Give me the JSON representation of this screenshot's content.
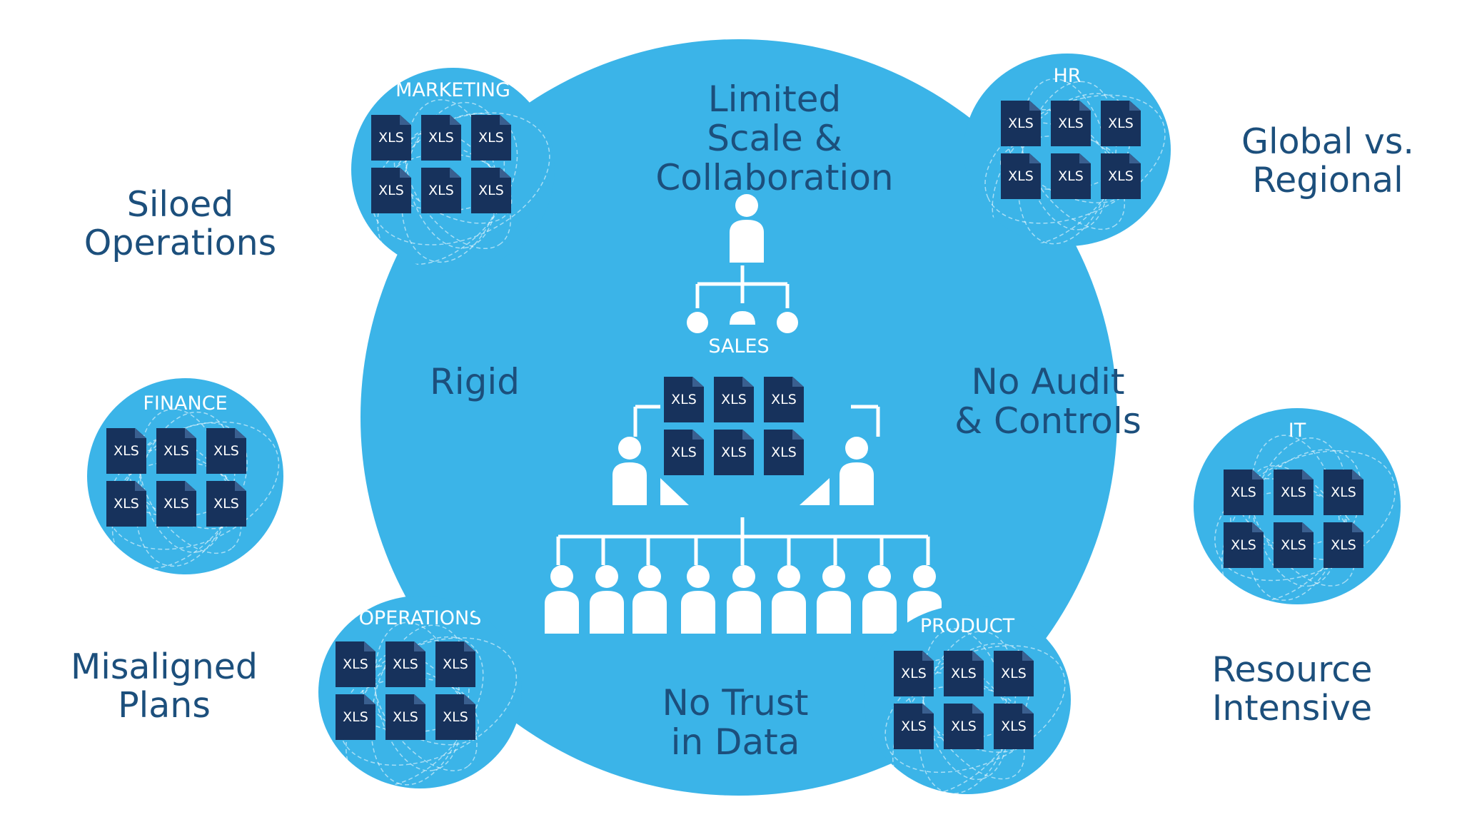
{
  "outer_labels": {
    "siloed": [
      "Siloed",
      "Operations"
    ],
    "global": [
      "Global vs.",
      "Regional"
    ],
    "misaligned": [
      "Misaligned",
      "Plans"
    ],
    "resource": [
      "Resource",
      "Intensive"
    ]
  },
  "center_labels": {
    "limited": [
      "Limited",
      "Scale &",
      "Collaboration"
    ],
    "rigid": "Rigid",
    "audit": [
      "No Audit",
      "& Controls"
    ],
    "trust": [
      "No Trust",
      "in Data"
    ]
  },
  "departments": {
    "marketing": "MARKETING",
    "hr": "HR",
    "finance": "FINANCE",
    "sales": "SALES",
    "it": "IT",
    "operations": "OPERATIONS",
    "product": "PRODUCT"
  },
  "file_label": "XLS",
  "colors": {
    "circle": "#3bb4e8",
    "text": "#1c4f7c",
    "file": "#17325c",
    "people": "#ffffff"
  },
  "icons": [
    "person-icon",
    "xls-file-icon",
    "org-chart"
  ]
}
